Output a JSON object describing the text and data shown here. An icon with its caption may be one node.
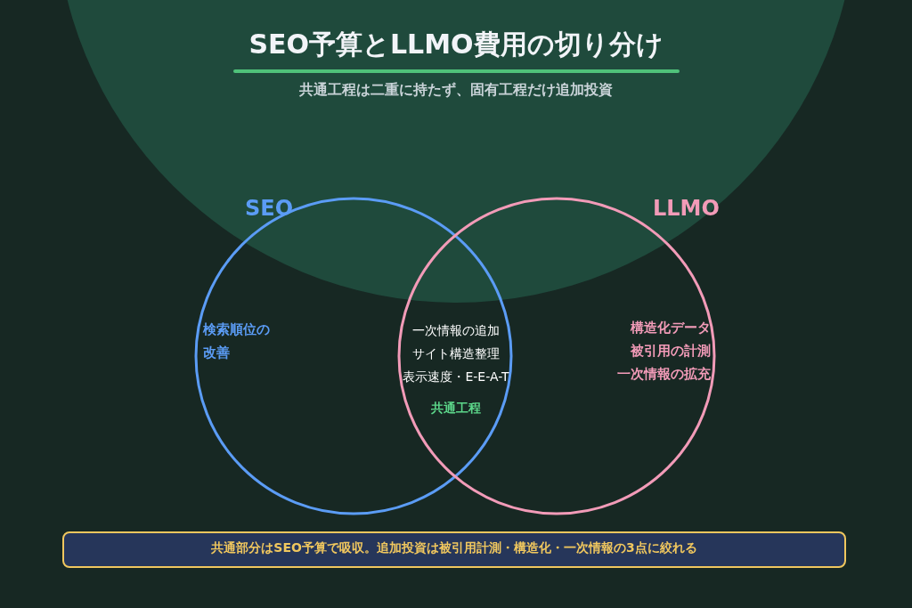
{
  "diagram": {
    "title": "SEO予算とLLMO費用の切り分け",
    "nodes": [
      {
        "text": [
          "SEO",
          "検索順位の改善"
        ]
      },
      {
        "text": [
          "LLMO",
          "構造化データ",
          "被引用の計測",
          "一次情報の拡充"
        ]
      },
      {
        "text": [
          "共通部分はSEO予算で吸収。追加投資は被引用計測・構造化・一次情報の3点に絞れる"
        ]
      }
    ],
    "labels": [
      "共通工程は二重に持たず、固有工程だけ追加投資",
      "一次情報の追加",
      "サイト構造整理",
      "表示速度・E-E-A-T",
      "共通工程"
    ]
  }
}
